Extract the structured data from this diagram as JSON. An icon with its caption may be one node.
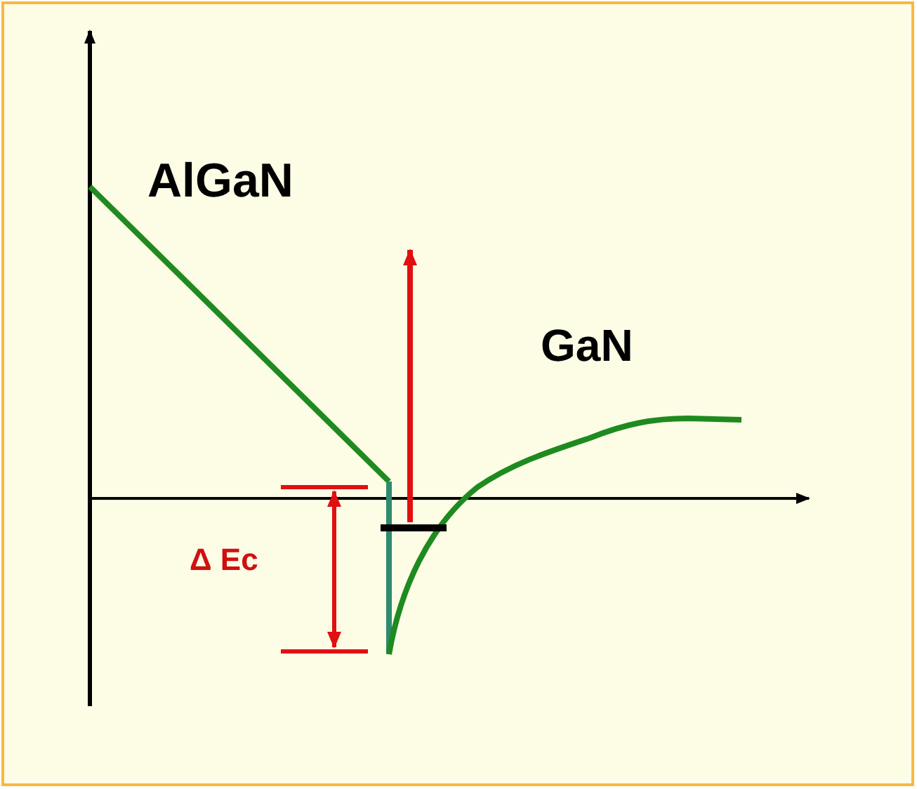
{
  "diagram": {
    "labels": [
      "AlGaN",
      "GaN",
      "Δ Ec"
    ]
  }
}
